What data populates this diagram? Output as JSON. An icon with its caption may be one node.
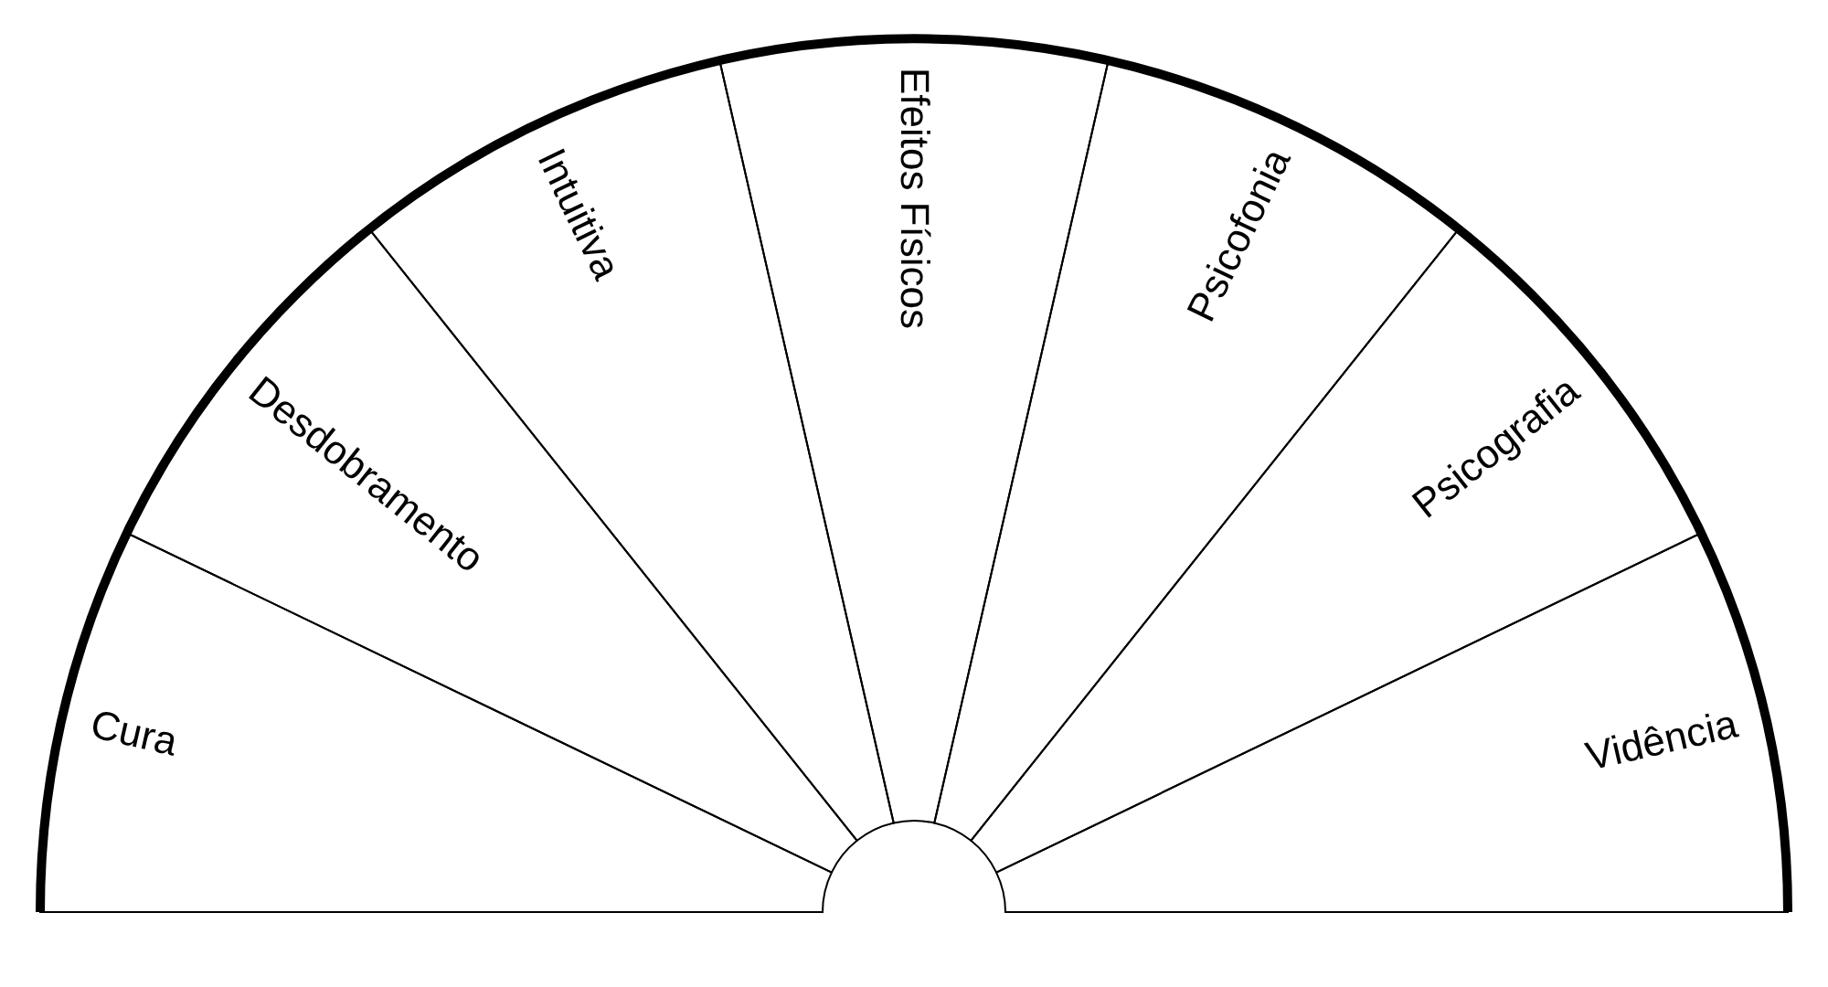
{
  "diagram": {
    "nodes": [
      {
        "text": [
          "Cura"
        ]
      },
      {
        "text": [
          "Desdobramento"
        ]
      },
      {
        "text": [
          "Intuitiva"
        ]
      },
      {
        "text": [
          "Efeitos Físicos"
        ]
      },
      {
        "text": [
          "Psicofonia"
        ]
      },
      {
        "text": [
          "Psicografia"
        ]
      },
      {
        "text": [
          "Vidência"
        ]
      }
    ]
  }
}
